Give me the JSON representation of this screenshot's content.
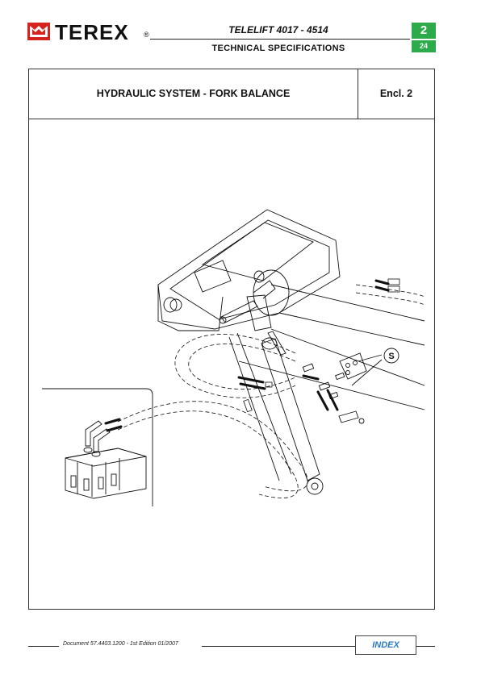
{
  "header": {
    "brand": "TEREX",
    "registered": "®",
    "model": "TELELIFT 4017 - 4514",
    "section": "TECHNICAL SPECIFICATIONS",
    "chapter": "2",
    "page": "24",
    "accent_color": "#2daa4a",
    "brand_color": "#d6231e"
  },
  "frame": {
    "title": "HYDRAULIC SYSTEM - FORK BALANCE",
    "enclosure": "Encl. 2",
    "callout_label": "S"
  },
  "footer": {
    "document": "Document 57.4403.1200 - 1st Edition 01/2007",
    "index_label": "INDEX",
    "index_color": "#2a79c6"
  }
}
